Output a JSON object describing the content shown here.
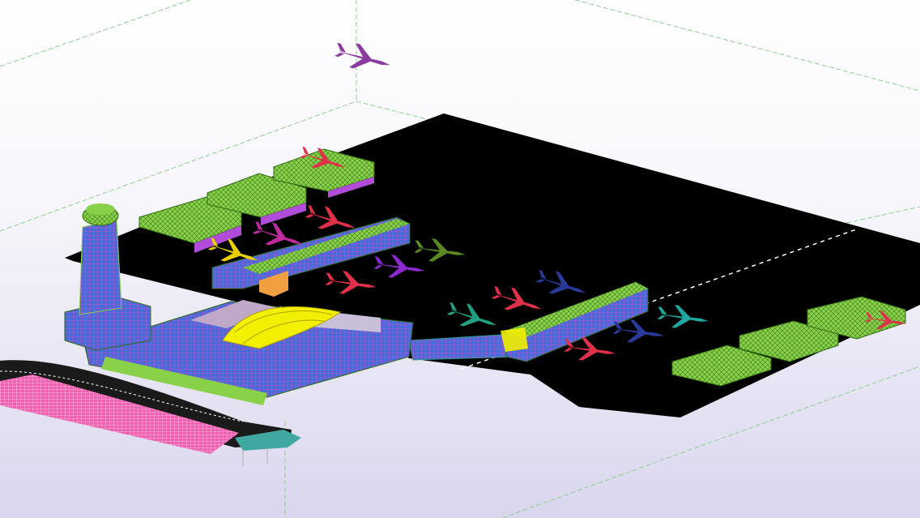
{
  "viewport": {
    "view": "3d",
    "background_top": "#ffffff",
    "background_bottom": "#d9d6ee",
    "gridline_color": "#8fd08f",
    "apron_color": "#000000"
  },
  "model": {
    "objects": [
      "control-tower",
      "terminal-building",
      "terminal-roof",
      "pier-north",
      "pier-east",
      "connector-bridge",
      "hangar",
      "hangar",
      "hangar",
      "hangar",
      "hangar",
      "hangar",
      "parking-structure",
      "aircraft",
      "aircraft",
      "aircraft",
      "aircraft",
      "aircraft",
      "aircraft",
      "aircraft",
      "aircraft",
      "aircraft",
      "aircraft",
      "aircraft",
      "aircraft",
      "aircraft",
      "aircraft",
      "aircraft-flying"
    ],
    "colors": {
      "structure_green": "#8ad14a",
      "steel_blue": "#3f6fe0",
      "steel_purple": "#b04cd9",
      "roof_yellow": "#f2f000",
      "parking_pink": "#f060b0",
      "aircraft_red": "#e0304a",
      "aircraft_magenta": "#c02aa0",
      "aircraft_yellow": "#e8d000",
      "aircraft_green": "#5a8a20",
      "aircraft_purple": "#8a2ad0",
      "aircraft_teal": "#20a080",
      "aircraft_navy": "#2a3a9a",
      "aircraft_cyan": "#20a8a0",
      "aircraft_flying": "#8a3aa0"
    }
  }
}
